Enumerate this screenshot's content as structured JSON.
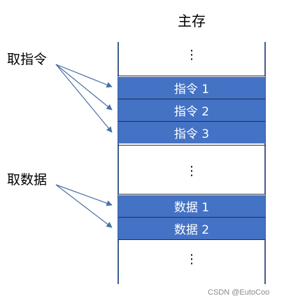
{
  "diagram": {
    "title": "主存",
    "side_labels": {
      "fetch_instruction": "取指令",
      "fetch_data": "取数据"
    },
    "instruction_cells": [
      "指令 1",
      "指令 2",
      "指令 3"
    ],
    "data_cells": [
      "数据 1",
      "数据 2"
    ],
    "ellipsis": "⋮",
    "colors": {
      "cell_fill": "#4472c4",
      "rail": "#3f5f8f",
      "arrow": "#4a6fa5"
    }
  },
  "watermark": "CSDN @EutoCoo"
}
